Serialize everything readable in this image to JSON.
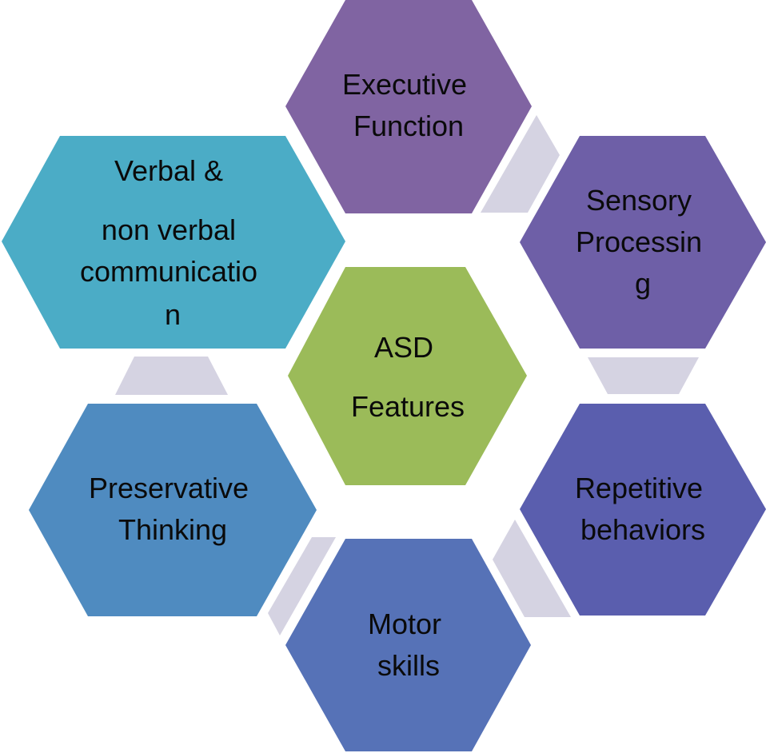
{
  "diagram": {
    "title": "ASD Features",
    "center": {
      "id": "asd-features",
      "lines": [
        "ASD",
        "Features"
      ],
      "color": "#9BBB59"
    },
    "nodes": [
      {
        "id": "executive-function",
        "lines": [
          "Executive",
          "Function"
        ],
        "color": "#8064A2"
      },
      {
        "id": "sensory-processing",
        "lines": [
          "Sensory",
          "Processin",
          "g"
        ],
        "color": "#6E5FA7"
      },
      {
        "id": "repetitive-behaviors",
        "lines": [
          "Repetitive",
          "behaviors"
        ],
        "color": "#5A5EAE"
      },
      {
        "id": "motor-skills",
        "lines": [
          "Motor",
          "skills"
        ],
        "color": "#5672B7"
      },
      {
        "id": "preservative-thinking",
        "lines": [
          "Preservative",
          "Thinking"
        ],
        "color": "#4F8BC0"
      },
      {
        "id": "verbal-communication",
        "lines": [
          "Verbal &",
          "non verbal",
          "communicatio",
          "n"
        ],
        "color": "#4BACC6"
      }
    ],
    "connector_color": "#D5D3E2"
  }
}
